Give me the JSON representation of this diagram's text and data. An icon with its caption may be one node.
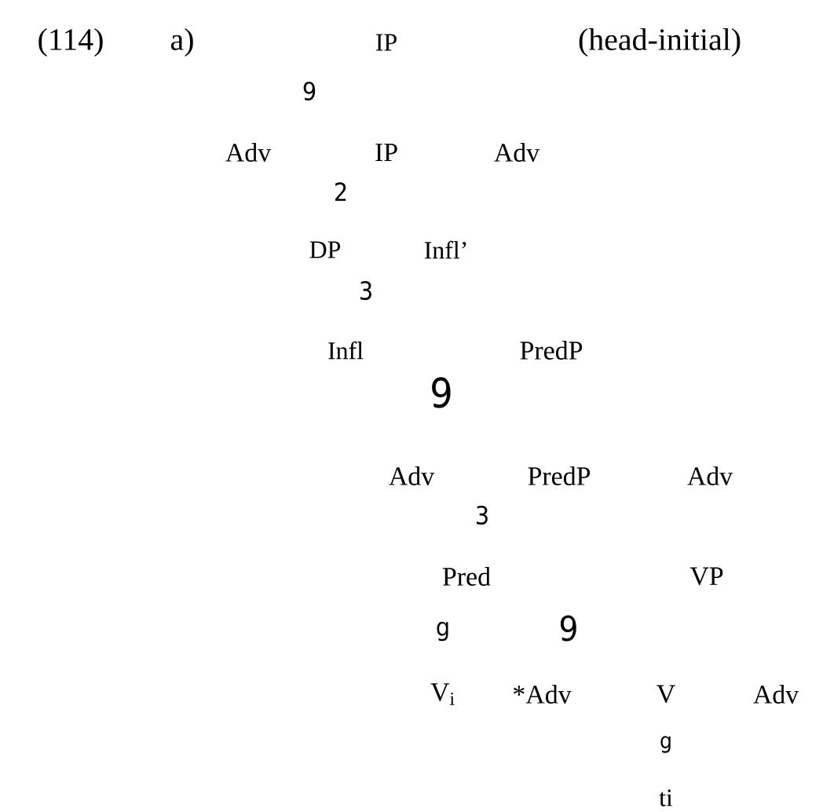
{
  "diagram": {
    "labels": [
      "(114)",
      "a)",
      "IP",
      "(head-initial)",
      "9",
      "Adv",
      "IP",
      "Adv",
      "2",
      "DP",
      "Infl’",
      "3",
      "Infl",
      "PredP",
      "9",
      "Adv",
      "PredP",
      "Adv",
      "3",
      "Pred",
      "VP",
      "g",
      "9",
      "V$_{i}$",
      "*Adv",
      "V",
      "Adv",
      "g",
      "ti"
    ]
  }
}
